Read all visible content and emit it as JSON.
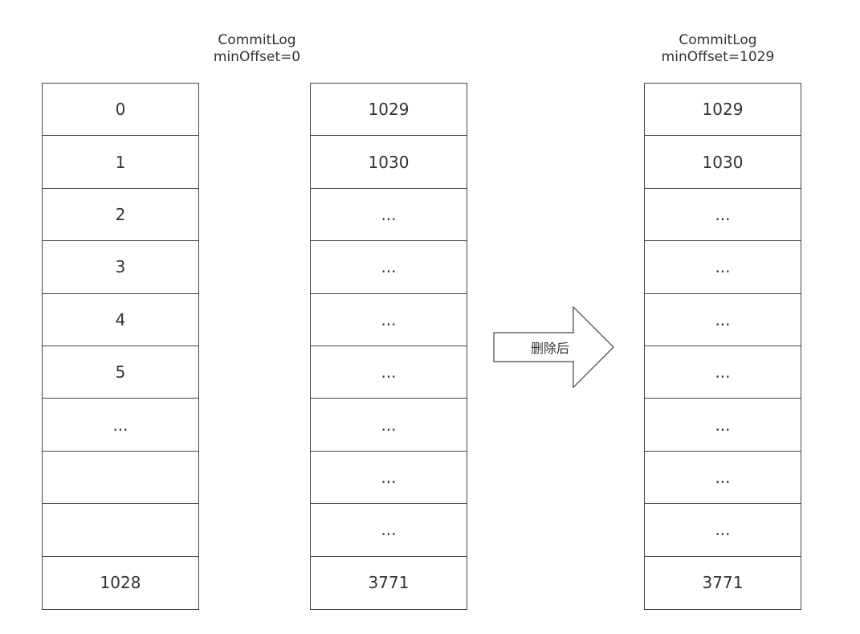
{
  "left_caption": {
    "line1": "CommitLog",
    "line2": "minOffset=0"
  },
  "right_caption": {
    "line1": "CommitLog",
    "line2": "minOffset=1029"
  },
  "columns": [
    {
      "cells": [
        "0",
        "1",
        "2",
        "3",
        "4",
        "5",
        "...",
        "",
        "",
        "1028"
      ]
    },
    {
      "cells": [
        "1029",
        "1030",
        "...",
        "...",
        "...",
        "...",
        "...",
        "...",
        "...",
        "3771"
      ]
    },
    {
      "cells": [
        "1029",
        "1030",
        "...",
        "...",
        "...",
        "...",
        "...",
        "...",
        "...",
        "3771"
      ]
    }
  ],
  "arrow": {
    "label": "删除后"
  }
}
